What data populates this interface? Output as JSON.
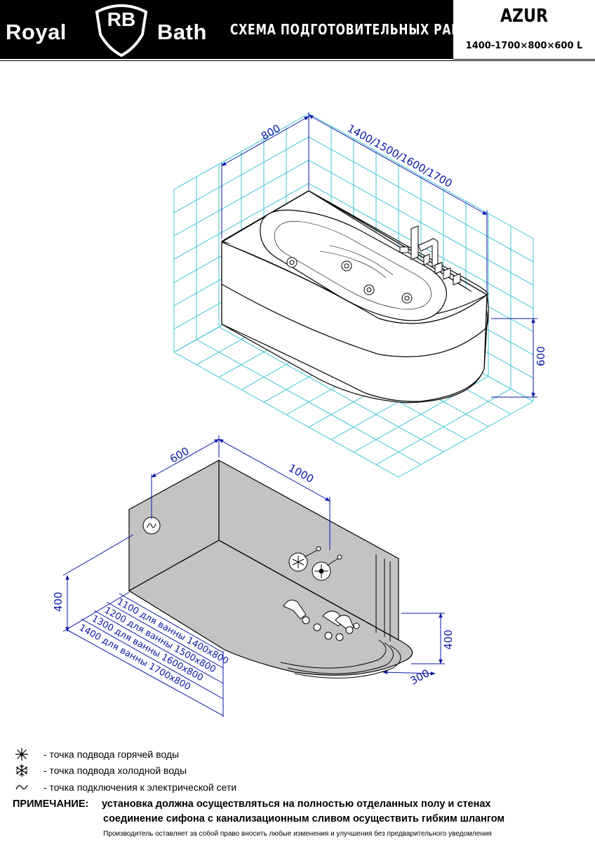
{
  "header": {
    "brand_left": "Royal",
    "brand_monogram": "RB",
    "brand_right": "Bath",
    "title": "СХЕМА ПОДГОТОВИТЕЛЬНЫХ РАБОТ",
    "model": "AZUR",
    "dimensions": "1400-1700×800×600 L"
  },
  "top_view": {
    "dim_width": "800",
    "dim_length": "1400/1500/1600/1700",
    "dim_height": "600"
  },
  "bottom_view": {
    "dim_depth": "600",
    "dim_length": "1000",
    "dim_height_left": "400",
    "dim_height_right": "400",
    "dim_offset": "300",
    "length_variants": [
      "1100 для ванны 1400х800",
      "1200 для ванны 1500х800",
      "1300 для ванны 1600х800",
      "1400 для ванны 1700х800"
    ]
  },
  "legend": [
    {
      "icon": "hot-water-icon",
      "text": "- точка подвода горячей воды"
    },
    {
      "icon": "cold-water-icon",
      "text": "- точка подвода холодной воды"
    },
    {
      "icon": "electric-icon",
      "text": "- точка подключения к электрической сети"
    }
  ],
  "notes": {
    "label": "ПРИМЕЧАНИЕ:",
    "line1": "установка должна осуществляться на полностью отделанных полу и стенах",
    "line2": "соединение сифона с канализационным сливом осуществить гибким шлангом"
  },
  "footer": "Производитель оставляет за собой право вносить любые изменения и улучшения без предварительного уведомления",
  "colors": {
    "tile": "#3ec6d4",
    "dimension": "#0a17a8",
    "wall": "#c3c3c3"
  }
}
